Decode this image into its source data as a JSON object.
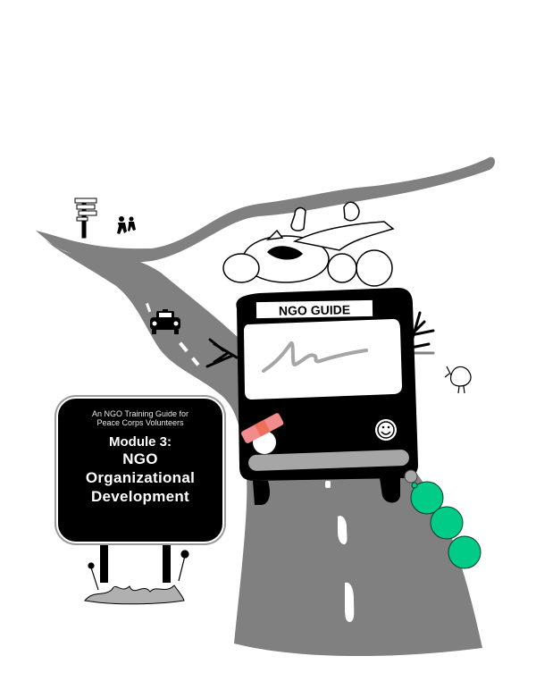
{
  "cover": {
    "sign": {
      "subtitle_line1": "An NGO Training Guide for",
      "subtitle_line2": "Peace Corps Volunteers",
      "module": "Module 3:",
      "title_line1": "NGO",
      "title_line2": "Organizational",
      "title_line3": "Development"
    },
    "bus": {
      "label": "NGO GUIDE"
    },
    "colors": {
      "road": "#808080",
      "bus_body": "#000000",
      "bumper": "#a6a6a6",
      "exhaust_clouds": "#00cc88",
      "bandage": "#f28b8b",
      "sign_background": "#000000"
    },
    "illustration_elements": [
      "signpost-icon",
      "hikers-icon",
      "taxi-icon",
      "animals-on-roof",
      "rooster-icon",
      "bare-trees",
      "grass-tuft",
      "exhaust-clouds"
    ]
  }
}
